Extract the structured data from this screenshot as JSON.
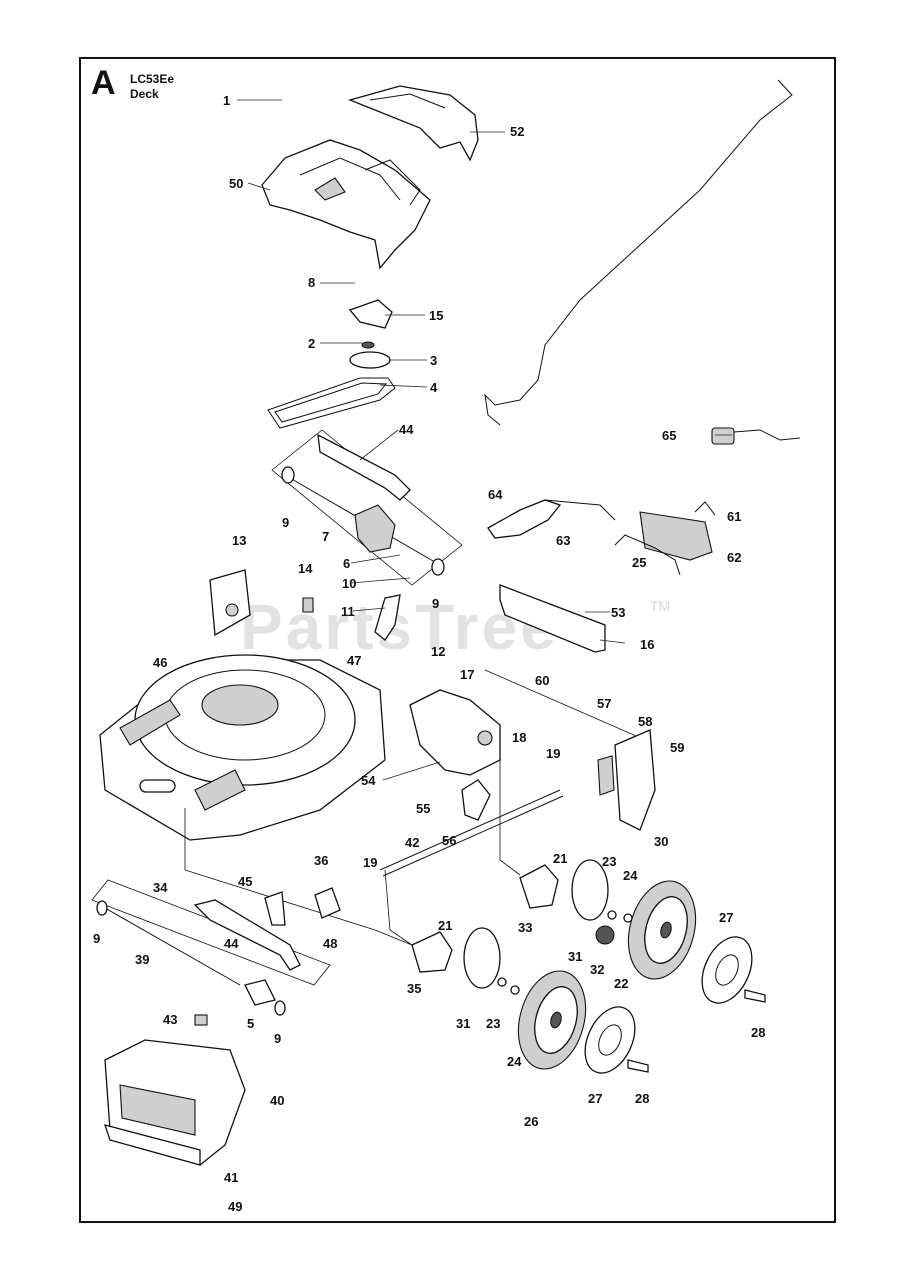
{
  "header": {
    "section_letter": "A",
    "model": "LC53Ee",
    "section_name": "Deck"
  },
  "watermark": {
    "text": "PartsTree",
    "trademark": "TM"
  },
  "colors": {
    "line": "#111111",
    "fill_light": "#ffffff",
    "fill_shade": "#cfcfcf",
    "watermark": "#a0a0a0"
  },
  "labels": [
    "1",
    "50",
    "52",
    "8",
    "15",
    "2",
    "3",
    "4",
    "44",
    "9",
    "7",
    "6",
    "10",
    "9",
    "13",
    "14",
    "11",
    "47",
    "46",
    "12",
    "17",
    "18",
    "19",
    "54",
    "55",
    "56",
    "57",
    "58",
    "59",
    "64",
    "63",
    "61",
    "62",
    "25",
    "53",
    "16",
    "60",
    "65",
    "42",
    "19",
    "21",
    "36",
    "48",
    "45",
    "34",
    "44",
    "9",
    "39",
    "21",
    "35",
    "31",
    "23",
    "24",
    "26",
    "33",
    "31",
    "32",
    "22",
    "23",
    "24",
    "30",
    "27",
    "28",
    "27",
    "28",
    "5",
    "9",
    "43",
    "40",
    "41",
    "49"
  ]
}
